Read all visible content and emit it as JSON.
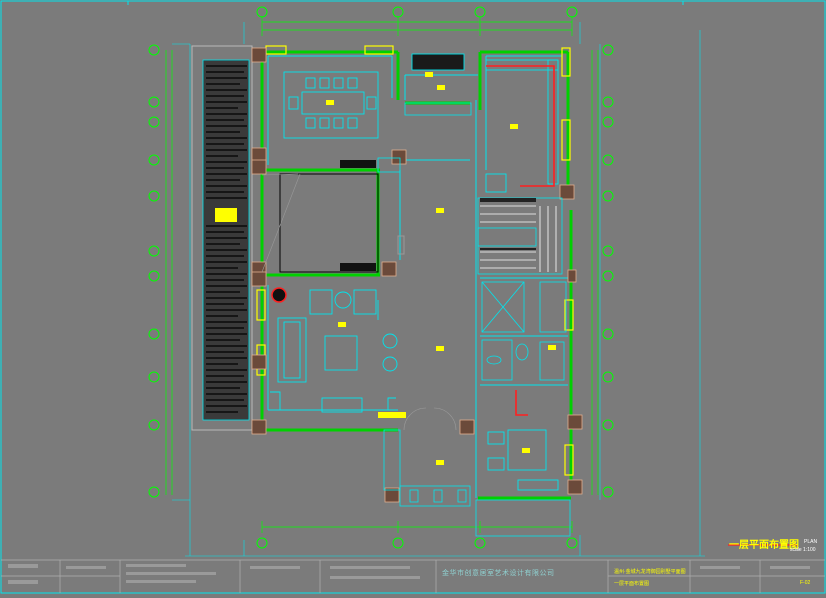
{
  "drawing": {
    "title": "一层平面布置图",
    "title_en": "PLAN",
    "scale": "scale 1:100",
    "company": "金华市创意居室艺术设计有限公司",
    "project": "温州·金城九龙湾御园别墅平面图",
    "sheet_name": "一层平面布置图",
    "drawing_no": "F-02"
  },
  "colors": {
    "background": "#7b7b7b",
    "wall": "#00d000",
    "furniture": "#00e5ee",
    "grid": "#00e5ee",
    "axis_bubble": "#00ff00",
    "label": "#ffff00",
    "accent": "#ff2020"
  }
}
